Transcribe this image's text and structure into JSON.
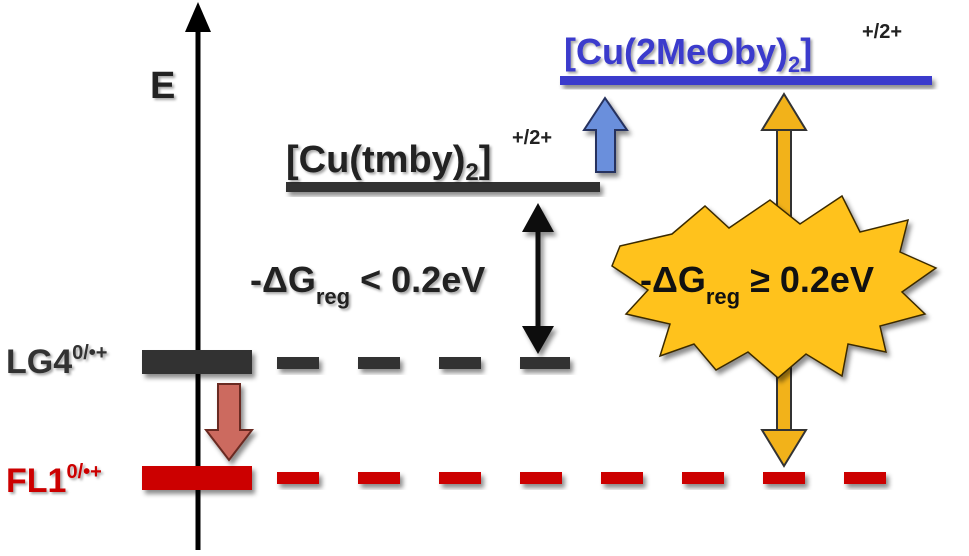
{
  "axis": {
    "label": "E"
  },
  "levels": {
    "lg4": {
      "name": "LG4",
      "charge": "0/•+",
      "color": "#333333"
    },
    "fl1": {
      "name": "FL1",
      "charge": "0/•+",
      "color": "#cc0000"
    },
    "cu_tmby": {
      "prefix": "[Cu(tmby)",
      "sub": "2",
      "suffix": "]",
      "charge": "+/2+",
      "color": "#222222"
    },
    "cu_2meoby": {
      "prefix": "[Cu(2MeOby)",
      "sub": "2",
      "suffix": "]",
      "charge": "+/2+",
      "color": "#3a3acc"
    }
  },
  "gaps": {
    "small": {
      "prefix": "-ΔG",
      "sub": "reg",
      "suffix": " < 0.2eV"
    },
    "large": {
      "prefix": "-ΔG",
      "sub": "reg",
      "suffix": " ≥ 0.2eV",
      "burst_color": "#ffc21a"
    }
  },
  "arrow_colors": {
    "down": "#cc6a5e",
    "up": "#6a8fdc",
    "double_small": "#111111",
    "double_large": "#f2b21a"
  }
}
